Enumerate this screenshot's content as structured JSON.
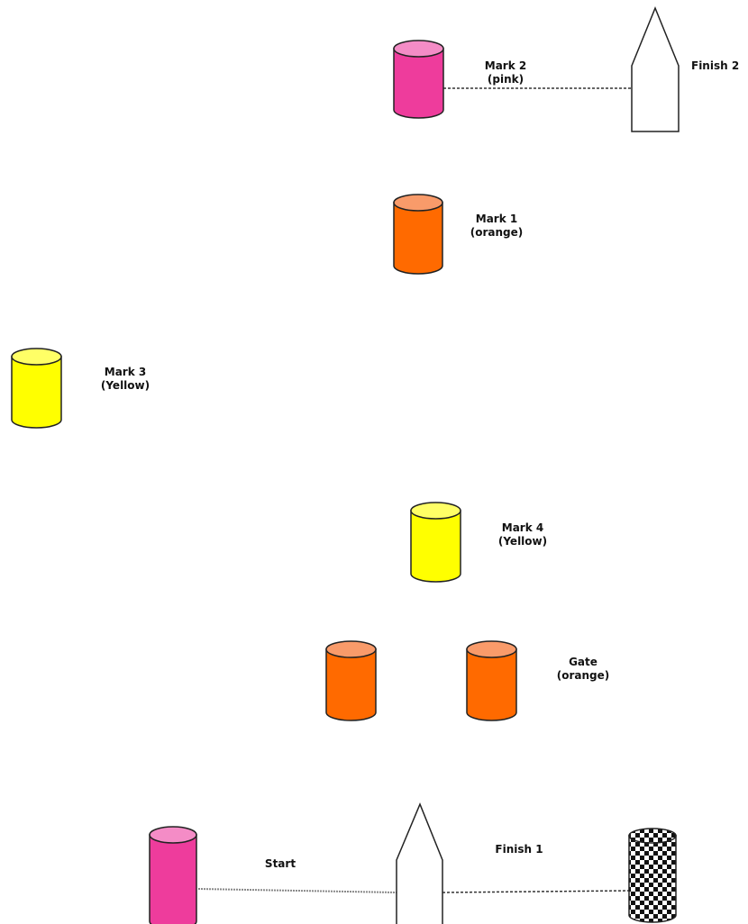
{
  "colors": {
    "pink": "#ee3c9c",
    "pink_top": "#f48cc6",
    "orange": "#ff6a00",
    "orange_top": "#f99b6a",
    "yellow": "#ffff00",
    "yellow_top": "#ffff66",
    "outline": "#222222"
  },
  "labels": {
    "mark2": {
      "line1": "Mark 2",
      "line2": "(pink)"
    },
    "finish_top": "Finish 2",
    "mark1": {
      "line1": "Mark 1",
      "line2": "(orange)"
    },
    "mark3": {
      "line1": "Mark 3",
      "line2": "(Yellow)"
    },
    "mark4": {
      "line1": "Mark 4",
      "line2": "(Yellow)"
    },
    "gate": {
      "line1": "Gate",
      "line2": "(orange)"
    },
    "start": "Start",
    "finish_bottom": "Finish 1"
  },
  "icons": {
    "buoy": "cylinder-buoy-icon",
    "boat": "committee-boat-icon",
    "checkered_buoy": "checkered-finish-buoy-icon"
  }
}
